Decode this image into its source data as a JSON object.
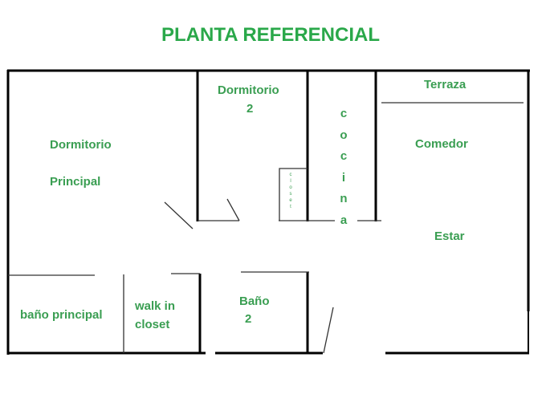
{
  "title": "PLANTA REFERENCIAL",
  "rooms": {
    "dormitorio_principal_1": "Dormitorio",
    "dormitorio_principal_2": "Principal",
    "dormitorio2_1": "Dormitorio",
    "dormitorio2_2": "2",
    "closet": [
      "c",
      "l",
      "o",
      "s",
      "e",
      "t"
    ],
    "cocina": [
      "c",
      "o",
      "c",
      "i",
      "n",
      "a"
    ],
    "terraza": "Terraza",
    "comedor": "Comedor",
    "estar": "Estar",
    "bano_principal": "baño principal",
    "walk_in_1": "walk in",
    "walk_in_2": "closet",
    "bano2_1": "Baño",
    "bano2_2": "2"
  }
}
